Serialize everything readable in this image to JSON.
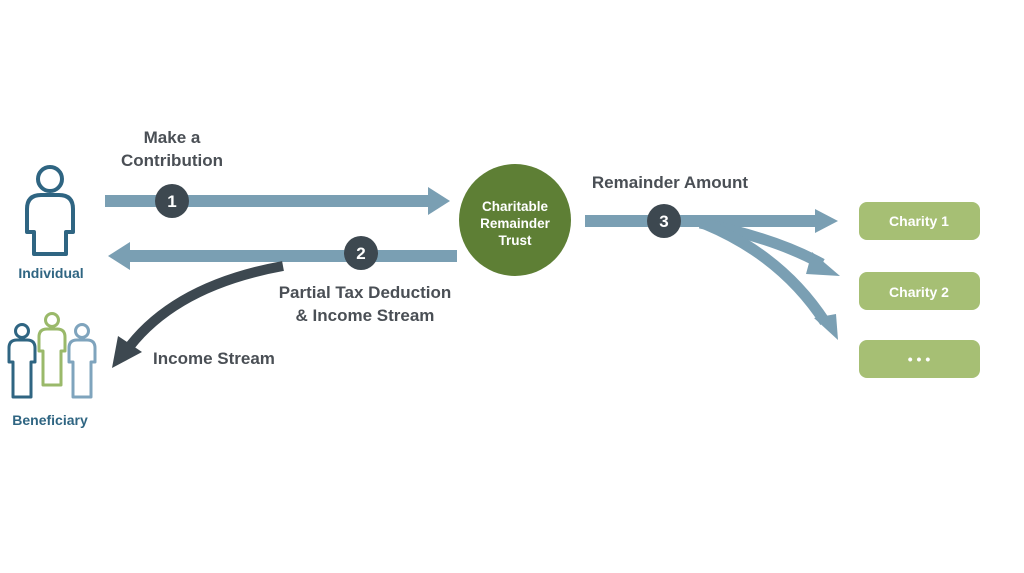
{
  "labels": {
    "make_contribution_line1": "Make a",
    "make_contribution_line2": "Contribution",
    "remainder_amount": "Remainder Amount",
    "partial_tax_line1": "Partial Tax Deduction",
    "partial_tax_line2": "& Income Stream",
    "income_stream": "Income Stream",
    "individual": "Individual",
    "beneficiary": "Beneficiary"
  },
  "trust": {
    "line1": "Charitable",
    "line2": "Remainder",
    "line3": "Trust"
  },
  "steps": {
    "one": "1",
    "two": "2",
    "three": "3"
  },
  "charities": {
    "first": "Charity 1",
    "second": "Charity 2",
    "more": "• • •"
  },
  "colors": {
    "arrow_blue": "#7a9fb3",
    "dark": "#3d4850",
    "green_dark": "#5e7f35",
    "green_light": "#a6bf74",
    "person_blue": "#2f6582",
    "person_green": "#9ab96a",
    "person_light_blue": "#7fa4bd",
    "label_gray": "#4a4f55",
    "label_blue": "#2f6582"
  }
}
